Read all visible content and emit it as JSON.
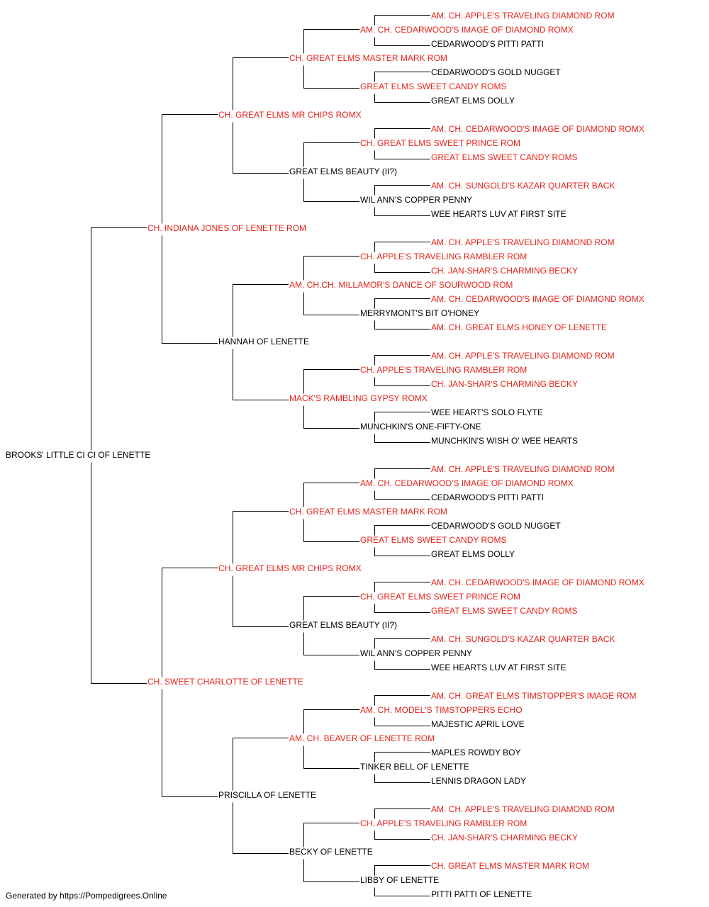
{
  "colors": {
    "champion": "#e8221b",
    "normal": "#000000",
    "line": "#000000"
  },
  "pedigree": {
    "name": "BROOKS' LITTLE CI CI OF LENETTE",
    "champion": false,
    "sire": {
      "name": "CH. INDIANA JONES OF LENETTE ROM",
      "champion": true,
      "sire": {
        "name": "CH. GREAT ELMS MR CHIPS ROMX",
        "champion": true,
        "sire": {
          "name": "CH. GREAT ELMS MASTER MARK ROM",
          "champion": true,
          "sire": {
            "name": "AM. CH. CEDARWOOD'S IMAGE OF DIAMOND ROMX",
            "champion": true,
            "sire": {
              "name": "AM. CH. APPLE'S TRAVELING DIAMOND ROM",
              "champion": true
            },
            "dam": {
              "name": "CEDARWOOD'S PITTI PATTI",
              "champion": false
            }
          },
          "dam": {
            "name": "GREAT ELMS SWEET CANDY ROMS",
            "champion": true,
            "sire": {
              "name": "CEDARWOOD'S GOLD NUGGET",
              "champion": false
            },
            "dam": {
              "name": "GREAT ELMS DOLLY",
              "champion": false
            }
          }
        },
        "dam": {
          "name": "GREAT ELMS BEAUTY (II?)",
          "champion": false,
          "sire": {
            "name": "CH. GREAT ELMS SWEET PRINCE ROM",
            "champion": true,
            "sire": {
              "name": "AM. CH. CEDARWOOD'S IMAGE OF DIAMOND ROMX",
              "champion": true
            },
            "dam": {
              "name": "GREAT ELMS SWEET CANDY ROMS",
              "champion": true
            }
          },
          "dam": {
            "name": "WIL ANN'S COPPER PENNY",
            "champion": false,
            "sire": {
              "name": "AM. CH. SUNGOLD'S KAZAR QUARTER BACK",
              "champion": true
            },
            "dam": {
              "name": "WEE HEARTS LUV AT FIRST SITE",
              "champion": false
            }
          }
        }
      },
      "dam": {
        "name": "HANNAH OF LENETTE",
        "champion": false,
        "sire": {
          "name": "AM. CH.CH. MILLAMOR'S DANCE OF SOURWOOD ROM",
          "champion": true,
          "sire": {
            "name": "CH. APPLE'S TRAVELING RAMBLER ROM",
            "champion": true,
            "sire": {
              "name": "AM. CH. APPLE'S TRAVELING DIAMOND ROM",
              "champion": true
            },
            "dam": {
              "name": "CH. JAN-SHAR'S CHARMING BECKY",
              "champion": true
            }
          },
          "dam": {
            "name": "MERRYMONT'S BIT O'HONEY",
            "champion": false,
            "sire": {
              "name": "AM. CH. CEDARWOOD'S IMAGE OF DIAMOND ROMX",
              "champion": true
            },
            "dam": {
              "name": "AM. CH. GREAT ELMS HONEY OF LENETTE",
              "champion": true
            }
          }
        },
        "dam": {
          "name": "MACK'S RAMBLING GYPSY ROMX",
          "champion": true,
          "sire": {
            "name": "CH. APPLE'S TRAVELING RAMBLER ROM",
            "champion": true,
            "sire": {
              "name": "AM. CH. APPLE'S TRAVELING DIAMOND ROM",
              "champion": true
            },
            "dam": {
              "name": "CH. JAN-SHAR'S CHARMING BECKY",
              "champion": true
            }
          },
          "dam": {
            "name": "MUNCHKIN'S ONE-FIFTY-ONE",
            "champion": false,
            "sire": {
              "name": "WEE HEART'S SOLO FLYTE",
              "champion": false
            },
            "dam": {
              "name": "MUNCHKIN'S WISH O' WEE HEARTS",
              "champion": false
            }
          }
        }
      }
    },
    "dam": {
      "name": "CH. SWEET CHARLOTTE OF LENETTE",
      "champion": true,
      "sire": {
        "name": "CH. GREAT ELMS MR CHIPS ROMX",
        "champion": true,
        "sire": {
          "name": "CH. GREAT ELMS MASTER MARK ROM",
          "champion": true,
          "sire": {
            "name": "AM. CH. CEDARWOOD'S IMAGE OF DIAMOND ROMX",
            "champion": true,
            "sire": {
              "name": "AM. CH. APPLE'S TRAVELING DIAMOND ROM",
              "champion": true
            },
            "dam": {
              "name": "CEDARWOOD'S PITTI PATTI",
              "champion": false
            }
          },
          "dam": {
            "name": "GREAT ELMS SWEET CANDY ROMS",
            "champion": true,
            "sire": {
              "name": "CEDARWOOD'S GOLD NUGGET",
              "champion": false
            },
            "dam": {
              "name": "GREAT ELMS DOLLY",
              "champion": false
            }
          }
        },
        "dam": {
          "name": "GREAT ELMS BEAUTY (II?)",
          "champion": false,
          "sire": {
            "name": "CH. GREAT ELMS SWEET PRINCE ROM",
            "champion": true,
            "sire": {
              "name": "AM. CH. CEDARWOOD'S IMAGE OF DIAMOND ROMX",
              "champion": true
            },
            "dam": {
              "name": "GREAT ELMS SWEET CANDY ROMS",
              "champion": true
            }
          },
          "dam": {
            "name": "WIL ANN'S COPPER PENNY",
            "champion": false,
            "sire": {
              "name": "AM. CH. SUNGOLD'S KAZAR QUARTER BACK",
              "champion": true
            },
            "dam": {
              "name": "WEE HEARTS LUV AT FIRST SITE",
              "champion": false
            }
          }
        }
      },
      "dam": {
        "name": "PRISCILLA OF LENETTE",
        "champion": false,
        "sire": {
          "name": "AM. CH. BEAVER OF LENETTE ROM",
          "champion": true,
          "sire": {
            "name": "AM. CH. MODEL'S TIMSTOPPERS ECHO",
            "champion": true,
            "sire": {
              "name": "AM. CH. GREAT ELMS TIMSTOPPER'S IMAGE ROM",
              "champion": true
            },
            "dam": {
              "name": "MAJESTIC APRIL LOVE",
              "champion": false
            }
          },
          "dam": {
            "name": "TINKER BELL OF LENETTE",
            "champion": false,
            "sire": {
              "name": "MAPLES ROWDY BOY",
              "champion": false
            },
            "dam": {
              "name": "LENNIS DRAGON LADY",
              "champion": false
            }
          }
        },
        "dam": {
          "name": "BECKY OF LENETTE",
          "champion": false,
          "sire": {
            "name": "CH. APPLE'S TRAVELING RAMBLER ROM",
            "champion": true,
            "sire": {
              "name": "AM. CH. APPLE'S TRAVELING DIAMOND ROM",
              "champion": true
            },
            "dam": {
              "name": "CH. JAN-SHAR'S CHARMING BECKY",
              "champion": true
            }
          },
          "dam": {
            "name": "LIBBY OF LENETTE",
            "champion": false,
            "sire": {
              "name": "CH. GREAT ELMS MASTER MARK ROM",
              "champion": true
            },
            "dam": {
              "name": "PITTI PATTI OF LENETTE",
              "champion": false
            }
          }
        }
      }
    }
  },
  "footer": "Generated by https://Pompedigrees.Online"
}
